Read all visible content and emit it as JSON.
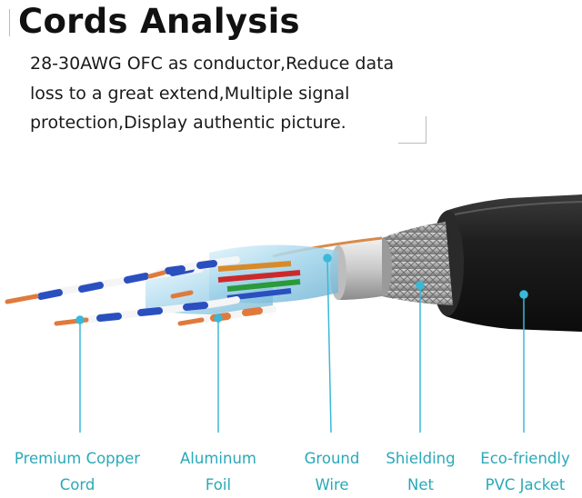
{
  "header": {
    "title": "Cords Analysis",
    "description_lines": [
      "28-30AWG OFC as conductor,Reduce data",
      "loss to a great extend,Multiple signal",
      "protection,Display authentic picture."
    ]
  },
  "labels": [
    {
      "line1": "Premium Copper",
      "line2": "Cord"
    },
    {
      "line1": "Aluminum",
      "line2": "Foil"
    },
    {
      "line1": "Ground",
      "line2": "Wire"
    },
    {
      "line1": "Shielding",
      "line2": "Net"
    },
    {
      "line1": "Eco-friendly",
      "line2": "PVC Jacket"
    }
  ],
  "colors": {
    "label_text": "#2aa9b8",
    "pointer": "#3ab8d8",
    "jacket": "#1c1c1c",
    "copper": "#e07a3c"
  }
}
